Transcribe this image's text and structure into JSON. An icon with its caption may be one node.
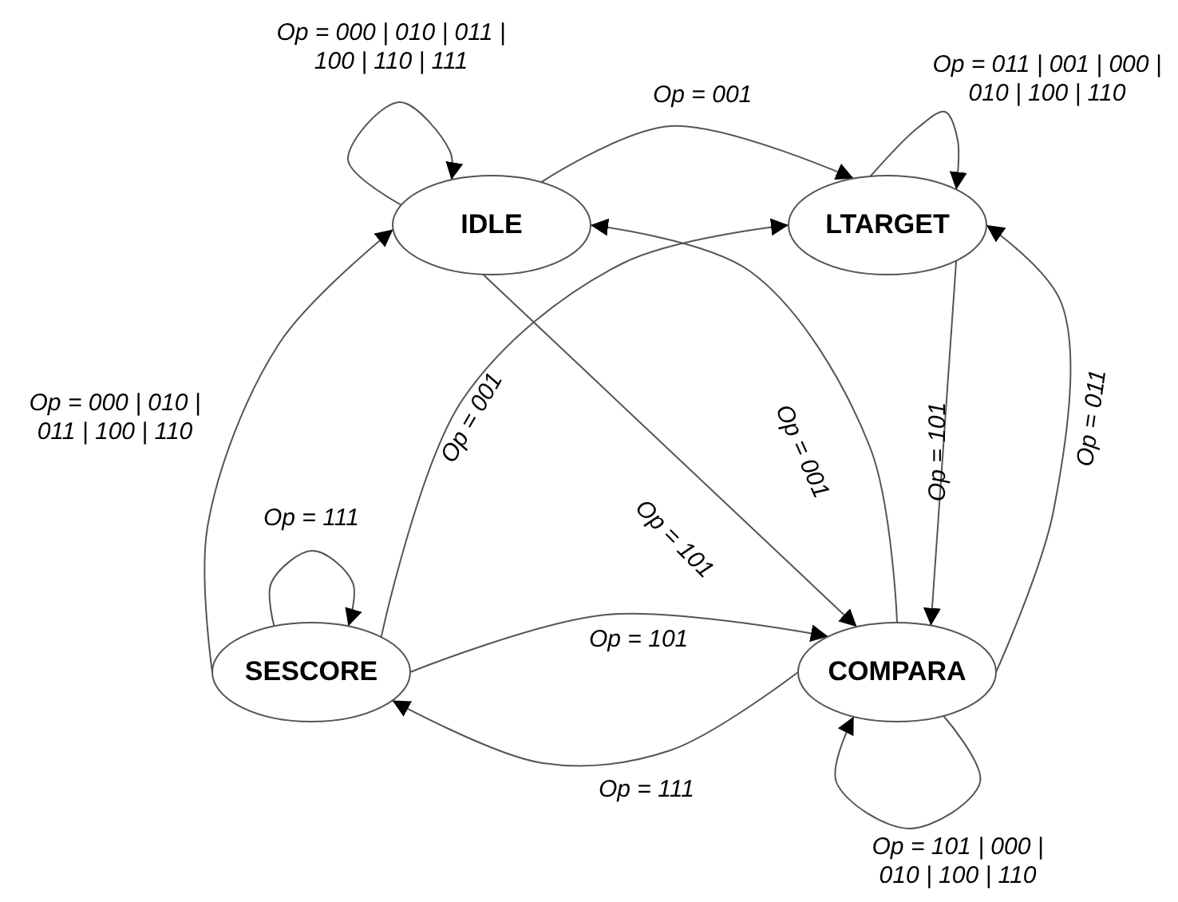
{
  "diagram": {
    "nodes": [
      {
        "text": [
          "IDLE"
        ]
      },
      {
        "text": [
          "LTARGET"
        ]
      },
      {
        "text": [
          "SESCORE"
        ]
      },
      {
        "text": [
          "COMPARA"
        ]
      }
    ],
    "edges": [
      {
        "from": 0,
        "to": 0,
        "arrow": "to",
        "label": "Op = 000 | 010 | 011 | 100 | 110 | 111"
      },
      {
        "from": 0,
        "to": 1,
        "arrow": "to",
        "label": "Op = 001"
      },
      {
        "from": 1,
        "to": 1,
        "arrow": "to",
        "label": "Op = 011 | 001 | 000 | 010 | 100 | 110"
      },
      {
        "from": 0,
        "to": 3,
        "arrow": "to",
        "label": "Op = 101"
      },
      {
        "from": 2,
        "to": 1,
        "arrow": "to",
        "label": "Op = 001"
      },
      {
        "from": 3,
        "to": 0,
        "arrow": "to",
        "label": "Op = 001"
      },
      {
        "from": 1,
        "to": 3,
        "arrow": "to",
        "label": "Op = 101"
      },
      {
        "from": 3,
        "to": 1,
        "arrow": "to",
        "label": "Op = 011"
      },
      {
        "from": 2,
        "to": 0,
        "arrow": "to",
        "label": "Op = 000 | 010 | 011 | 100 | 110"
      },
      {
        "from": 2,
        "to": 2,
        "arrow": "to",
        "label": "Op = 111"
      },
      {
        "from": 2,
        "to": 3,
        "arrow": "to",
        "label": "Op = 101"
      },
      {
        "from": 3,
        "to": 2,
        "arrow": "to",
        "label": "Op = 111"
      },
      {
        "from": 3,
        "to": 3,
        "arrow": "to",
        "label": "Op = 101 | 000 | 010 | 100 | 110"
      }
    ]
  }
}
